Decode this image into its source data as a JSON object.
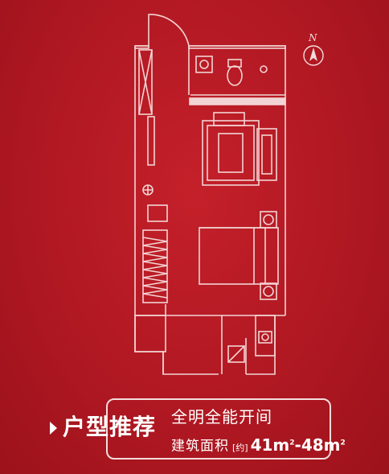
{
  "compass": {
    "letter": "N",
    "icon": "north-arrow-icon"
  },
  "floor_plan": {
    "icon": "floor-plan-icon"
  },
  "promo": {
    "title": "户型推荐",
    "tagline": "全明全能开间",
    "area_label": "建筑面积",
    "area_approx": "[约]",
    "area_from": "41m",
    "area_dash": "-",
    "area_to": "48m",
    "area_unit_power": "2"
  },
  "colors": {
    "background": "#b01822",
    "line": "#f3dcdc",
    "text": "#ffffff"
  }
}
